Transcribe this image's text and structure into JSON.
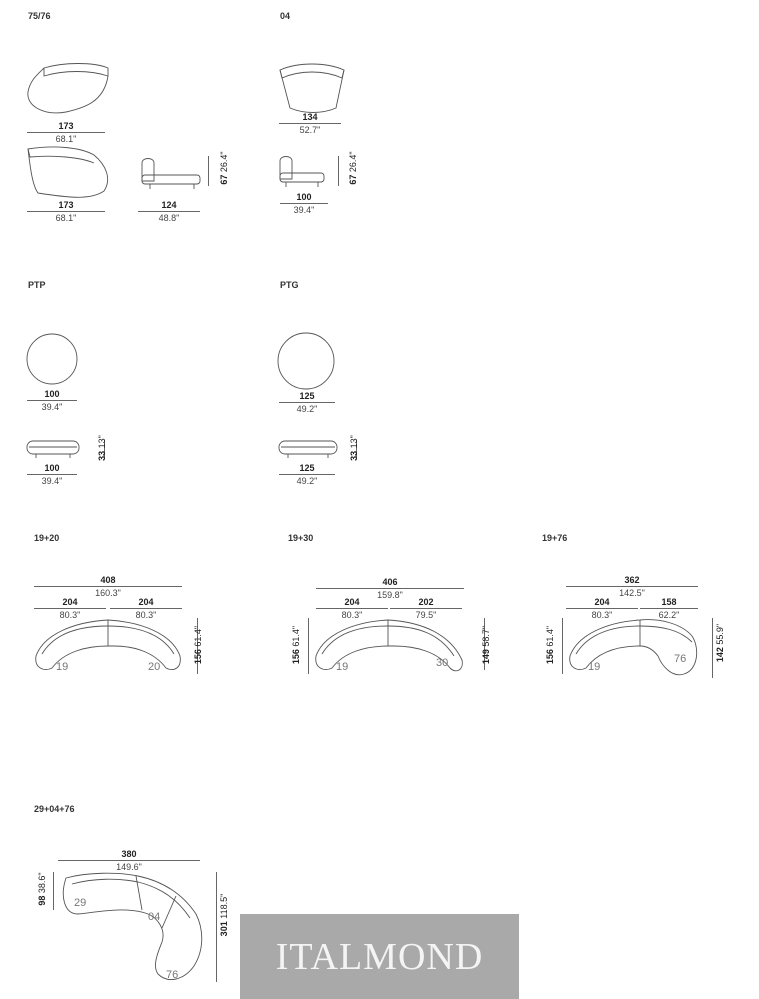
{
  "sections": {
    "s7576": {
      "code": "75/76",
      "plan_a": {
        "cm": "173",
        "in": "68.1\""
      },
      "plan_b": {
        "cm": "173",
        "in": "68.1\""
      },
      "side_w": {
        "cm": "124",
        "in": "48.8\""
      },
      "side_h": {
        "cm": "67",
        "in": "26.4\""
      }
    },
    "s04": {
      "code": "04",
      "plan": {
        "cm": "134",
        "in": "52.7\""
      },
      "side_w": {
        "cm": "100",
        "in": "39.4\""
      },
      "side_h": {
        "cm": "67",
        "in": "26.4\""
      }
    },
    "sPTP": {
      "code": "PTP",
      "plan": {
        "cm": "100",
        "in": "39.4\""
      },
      "side_w": {
        "cm": "100",
        "in": "39.4\""
      },
      "side_h": {
        "cm": "33",
        "in": "13\""
      }
    },
    "sPTG": {
      "code": "PTG",
      "plan": {
        "cm": "125",
        "in": "49.2\""
      },
      "side_w": {
        "cm": "125",
        "in": "49.2\""
      },
      "side_h": {
        "cm": "33",
        "in": "13\""
      }
    },
    "s1920": {
      "code": "19+20",
      "total": {
        "cm": "408",
        "in": "160.3\""
      },
      "left": {
        "cm": "204",
        "in": "80.3\""
      },
      "right": {
        "cm": "204",
        "in": "80.3\""
      },
      "height": {
        "cm": "156",
        "in": "61.4\""
      },
      "mod_left": "19",
      "mod_right": "20"
    },
    "s1930": {
      "code": "19+30",
      "total": {
        "cm": "406",
        "in": "159.8\""
      },
      "left": {
        "cm": "204",
        "in": "80.3\""
      },
      "right": {
        "cm": "202",
        "in": "79.5\""
      },
      "height_left": {
        "cm": "156",
        "in": "61.4\""
      },
      "height_right": {
        "cm": "149",
        "in": "58.7\""
      },
      "mod_left": "19",
      "mod_right": "30"
    },
    "s1976": {
      "code": "19+76",
      "total": {
        "cm": "362",
        "in": "142.5\""
      },
      "left": {
        "cm": "204",
        "in": "80.3\""
      },
      "right": {
        "cm": "158",
        "in": "62.2\""
      },
      "height_left": {
        "cm": "156",
        "in": "61.4\""
      },
      "height_right": {
        "cm": "142",
        "in": "55.9\""
      },
      "mod_left": "19",
      "mod_right": "76"
    },
    "s290476": {
      "code": "29+04+76",
      "total": {
        "cm": "380",
        "in": "149.6\""
      },
      "depth": {
        "cm": "98",
        "in": "38.6\""
      },
      "height": {
        "cm": "301",
        "in": "118.5\""
      },
      "mod_a": "29",
      "mod_b": "04",
      "mod_c": "76"
    }
  },
  "watermark": "ITALMOND"
}
